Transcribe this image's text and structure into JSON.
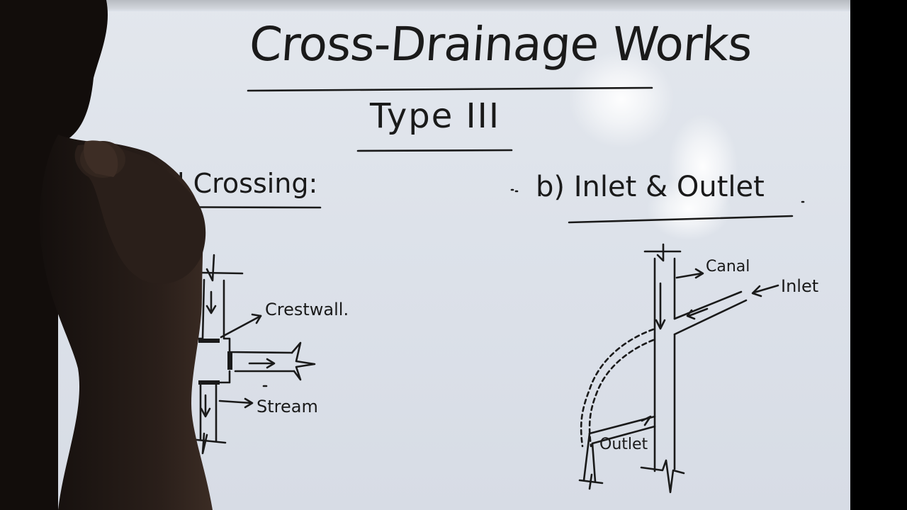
{
  "board": {
    "title": "Cross-Drainage Works",
    "subtitle": "Type III",
    "section_a": "a) Level Crossing:",
    "section_b": "b) Inlet & Outlet",
    "labels": {
      "crestwall": "Crestwall.",
      "stream": "Stream",
      "canal": "Canal",
      "inlet": "Inlet",
      "outlet": "Outlet"
    }
  },
  "colors": {
    "ink": "#1a1a1a",
    "board": "#dde2ea",
    "frame": "#000000",
    "person": "#1b1512"
  }
}
